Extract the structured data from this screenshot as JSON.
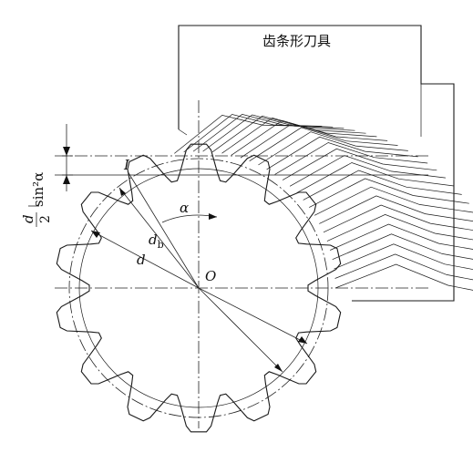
{
  "figure": {
    "tool_label": "齿条形刀具",
    "labels": {
      "pitch_point": "I",
      "center": "O",
      "pressure_angle": "α",
      "base_diameter_main": "d",
      "base_diameter_sub": "b",
      "pitch_diameter": "d",
      "offset_numerator": "d",
      "offset_denominator": "2",
      "offset_rest": "sin²α"
    },
    "gear": {
      "teeth": 14
    },
    "colors": {
      "ink": "#1a1a1a",
      "background": "#ffffff"
    }
  }
}
